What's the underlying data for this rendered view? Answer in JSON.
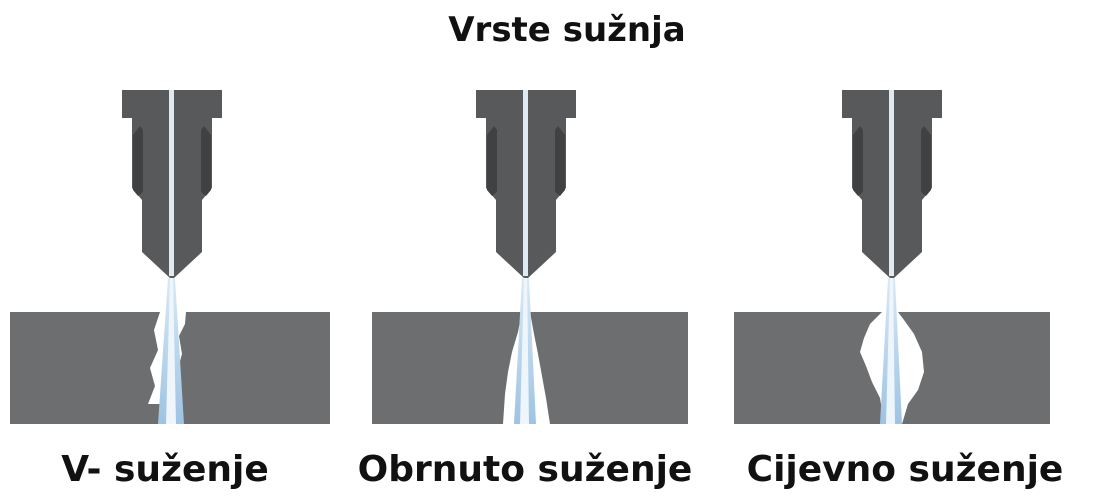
{
  "title": "Vrste sužnja",
  "panels": [
    {
      "caption": "V- suženje",
      "cut": "v-taper"
    },
    {
      "caption": "Obrnuto suženje",
      "cut": "reverse-taper"
    },
    {
      "caption": "Cijevno suženje",
      "cut": "barrel-taper"
    }
  ],
  "colors": {
    "nozzle": "#58595b",
    "nozzle_groove": "#404143",
    "workpiece": "#6d6e70",
    "jet": "#b7d3ea",
    "jet_core": "#eef6fc",
    "text": "#111111"
  }
}
